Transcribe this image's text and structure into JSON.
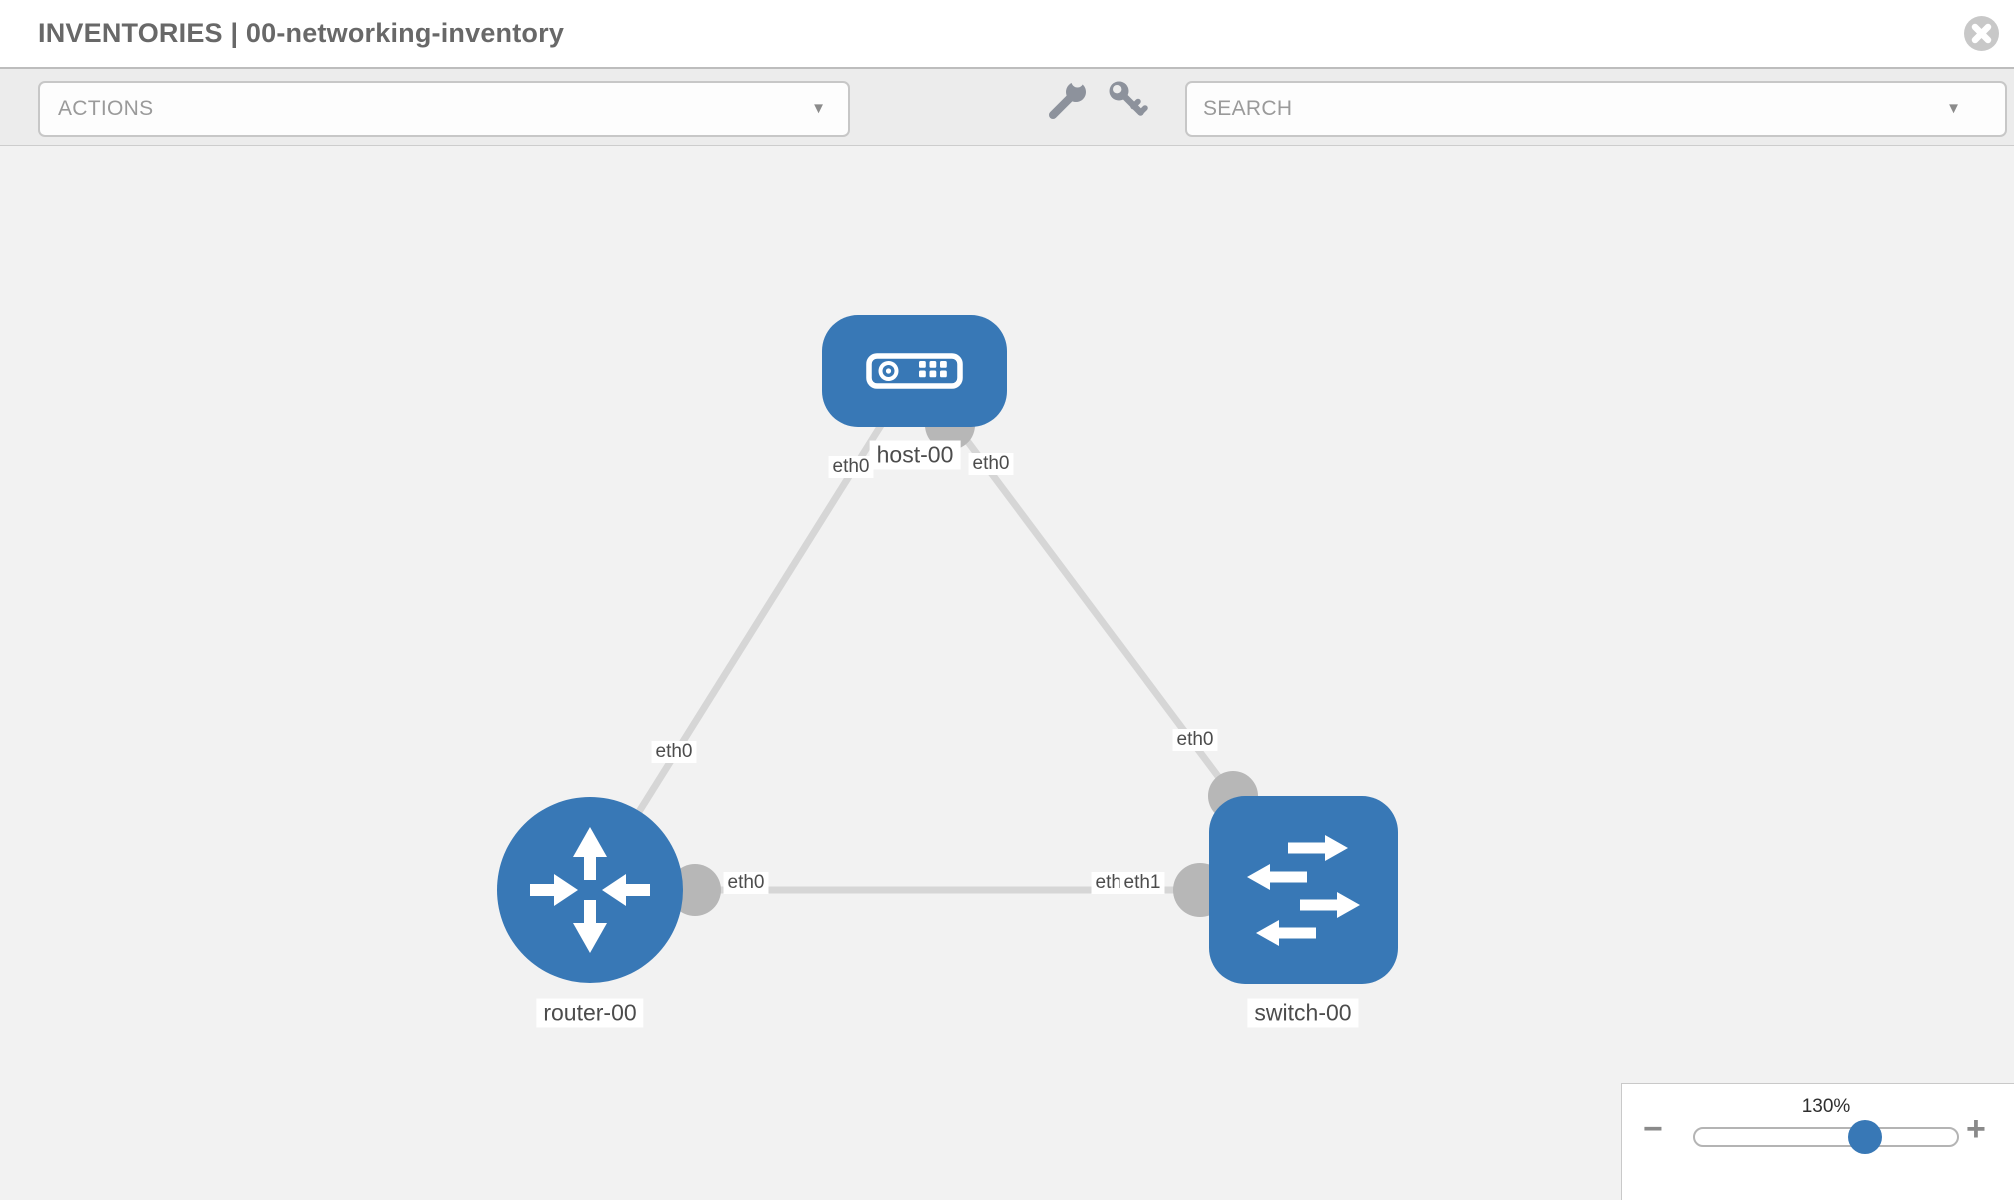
{
  "header": {
    "title": "INVENTORIES | 00-networking-inventory"
  },
  "toolbar": {
    "actions_label": "ACTIONS",
    "search_placeholder": "SEARCH"
  },
  "icons": {
    "close": "x-circle-icon",
    "wrench": "wrench-icon",
    "key": "key-icon",
    "caret": "▼",
    "zoom_out": "−",
    "zoom_in": "+"
  },
  "colors": {
    "node_blue": "#3878b6",
    "link_gray": "#d6d6d6",
    "endpoint_gray": "#b7b7b7",
    "canvas_bg": "#f2f2f2",
    "toolbar_bg": "#ececec",
    "chip_text": "#4c4c4c"
  },
  "diagram": {
    "nodes": [
      {
        "id": "host-00",
        "label": "host-00",
        "type": "host"
      },
      {
        "id": "router-00",
        "label": "router-00",
        "type": "router"
      },
      {
        "id": "switch-00",
        "label": "switch-00",
        "type": "switch"
      }
    ],
    "links": [
      {
        "from": "host-00",
        "to": "router-00",
        "from_iface": "eth0",
        "to_iface": "eth0"
      },
      {
        "from": "host-00",
        "to": "switch-00",
        "from_iface": "eth0",
        "to_iface": "eth0"
      },
      {
        "from": "router-00",
        "to": "switch-00",
        "from_iface": "eth0",
        "to_iface": "eth1"
      }
    ],
    "iface_chips": [
      "eth0",
      "eth0",
      "eth0",
      "eth0",
      "eth0",
      "eth1",
      "eth1"
    ]
  },
  "zoom_control": {
    "level": "130%"
  }
}
